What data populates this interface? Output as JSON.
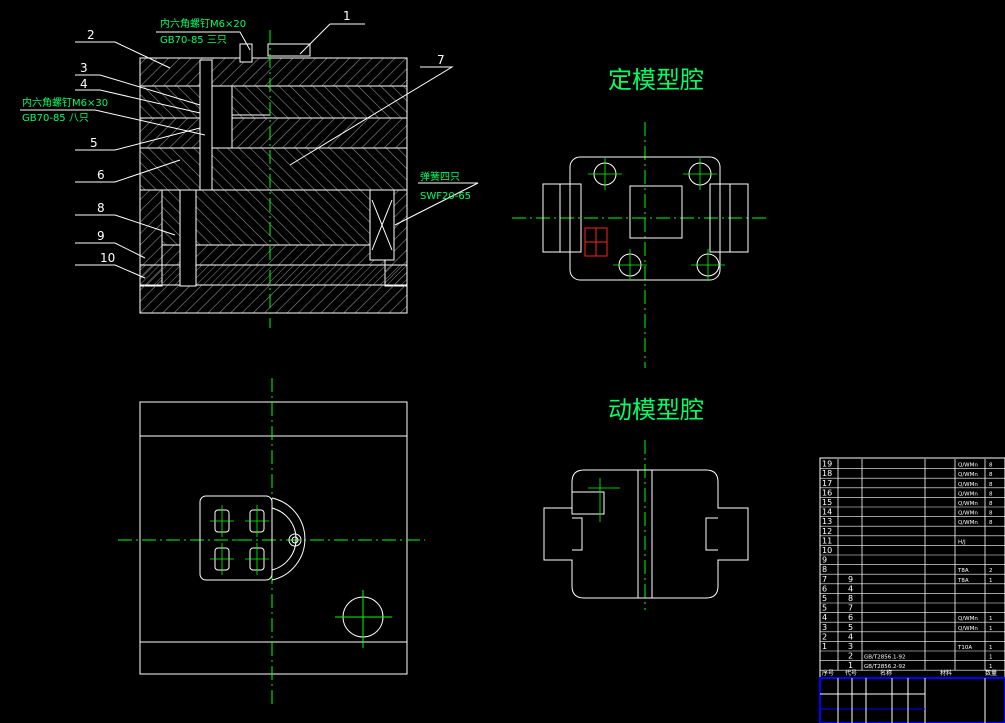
{
  "colors": {
    "background": "#000000",
    "outline": "#ffffff",
    "center_line": "#00ff00",
    "label": "#00ff66",
    "hatch": "#9a9a9a",
    "accent_red": "#ff2222",
    "title_block": "#0000ff"
  },
  "section_view": {
    "leaders": [
      {
        "num": "1",
        "note": ""
      },
      {
        "num": "2",
        "note": ""
      },
      {
        "num": "3",
        "note": ""
      },
      {
        "num": "4",
        "note": ""
      },
      {
        "num": "5",
        "note": ""
      },
      {
        "num": "6",
        "note": ""
      },
      {
        "num": "7",
        "note": ""
      },
      {
        "num": "8",
        "note": ""
      },
      {
        "num": "9",
        "note": ""
      },
      {
        "num": "10",
        "note": ""
      }
    ],
    "screw_note_top_1": "内六角螺钉M6×20",
    "screw_note_top_2": "GB70-85 三只",
    "screw_note_left_1": "内六角螺钉M6×30",
    "screw_note_left_2": "GB70-85 八只",
    "spring_note_1": "弹簧四只",
    "spring_note_2": "SWF20-65"
  },
  "views": {
    "fixed_cavity_title": "定模型腔",
    "moving_cavity_title": "动模型腔"
  },
  "bom": {
    "rows": [
      {
        "no": "19",
        "sub": "",
        "code": "",
        "name": "",
        "material": "Q/WMn",
        "qty": "8"
      },
      {
        "no": "18",
        "sub": "",
        "code": "",
        "name": "",
        "material": "Q/WMn",
        "qty": "8"
      },
      {
        "no": "17",
        "sub": "",
        "code": "",
        "name": "",
        "material": "Q/WMn",
        "qty": "8"
      },
      {
        "no": "16",
        "sub": "",
        "code": "",
        "name": "",
        "material": "Q/WMn",
        "qty": "8"
      },
      {
        "no": "15",
        "sub": "",
        "code": "",
        "name": "",
        "material": "Q/WMn",
        "qty": "8"
      },
      {
        "no": "14",
        "sub": "",
        "code": "",
        "name": "",
        "material": "Q/WMn",
        "qty": "8"
      },
      {
        "no": "13",
        "sub": "",
        "code": "",
        "name": "",
        "material": "Q/WMn",
        "qty": "8"
      },
      {
        "no": "12",
        "sub": "",
        "code": "",
        "name": "",
        "material": "",
        "qty": ""
      },
      {
        "no": "11",
        "sub": "",
        "code": "",
        "name": "",
        "material": "H/J",
        "qty": ""
      },
      {
        "no": "10",
        "sub": "",
        "code": "",
        "name": "",
        "material": "",
        "qty": ""
      },
      {
        "no": "9",
        "sub": "",
        "code": "",
        "name": "",
        "material": "",
        "qty": ""
      },
      {
        "no": "8",
        "sub": "",
        "code": "",
        "name": "",
        "material": "T8A",
        "qty": "2"
      },
      {
        "no": "7",
        "sub": "9",
        "code": "",
        "name": "",
        "material": "T8A",
        "qty": "1"
      },
      {
        "no": "6",
        "sub": "4",
        "code": "",
        "name": "",
        "material": "",
        "qty": ""
      },
      {
        "no": "5",
        "sub": "8",
        "code": "",
        "name": "",
        "material": "",
        "qty": ""
      },
      {
        "no": "5",
        "sub": "7",
        "code": "",
        "name": "",
        "material": "",
        "qty": ""
      },
      {
        "no": "4",
        "sub": "6",
        "code": "",
        "name": "",
        "material": "Q/WMn",
        "qty": "1"
      },
      {
        "no": "3",
        "sub": "5",
        "code": "",
        "name": "",
        "material": "Q/WMn",
        "qty": "1"
      },
      {
        "no": "2",
        "sub": "4",
        "code": "",
        "name": "",
        "material": "",
        "qty": ""
      },
      {
        "no": "1",
        "sub": "3",
        "code": "",
        "name": "",
        "material": "T10A",
        "qty": "1"
      },
      {
        "no": "",
        "sub": "2",
        "code": "GB/T2856.1-92",
        "name": "",
        "material": "",
        "qty": "1"
      },
      {
        "no": "",
        "sub": "1",
        "code": "GB/T2856.2-92",
        "name": "",
        "material": "",
        "qty": "1"
      }
    ],
    "header": {
      "no": "序号",
      "code": "代号",
      "name": "名称",
      "material": "材料",
      "qty": "数量"
    }
  }
}
